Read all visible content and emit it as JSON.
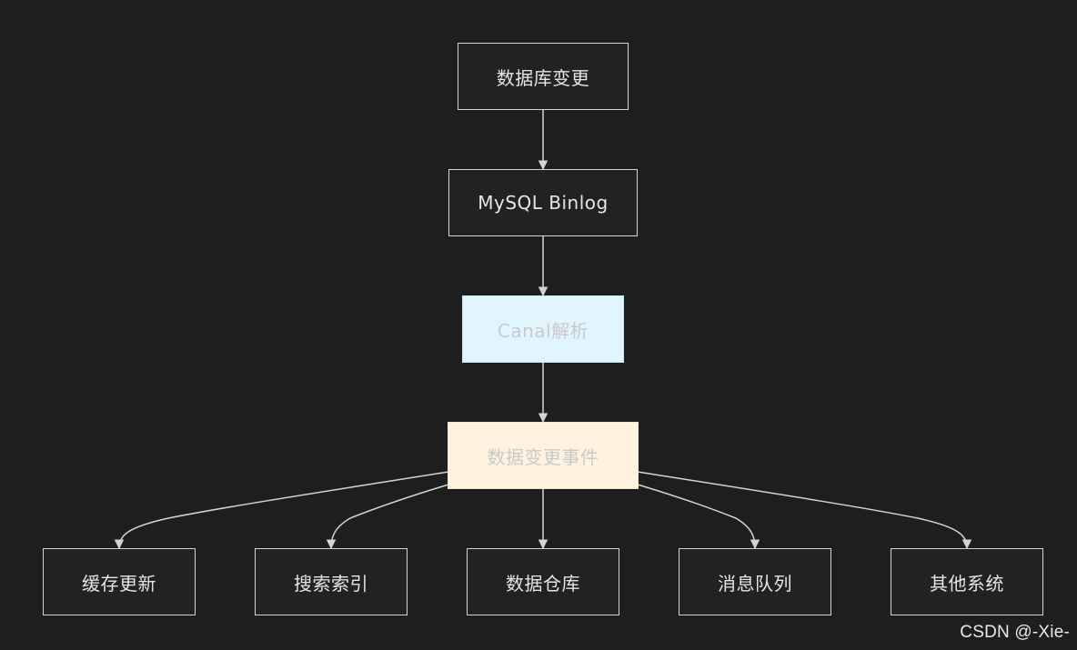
{
  "diagram": {
    "nodes": {
      "db_change": "数据库变更",
      "mysql_binlog": "MySQL Binlog",
      "canal_parse": "Canal解析",
      "data_change_event": "数据变更事件",
      "cache_update": "缓存更新",
      "search_index": "搜索索引",
      "data_warehouse": "数据仓库",
      "message_queue": "消息队列",
      "other_systems": "其他系统"
    },
    "edges": [
      [
        "数据库变更",
        "MySQL Binlog"
      ],
      [
        "MySQL Binlog",
        "Canal解析"
      ],
      [
        "Canal解析",
        "数据变更事件"
      ],
      [
        "数据变更事件",
        "缓存更新"
      ],
      [
        "数据变更事件",
        "搜索索引"
      ],
      [
        "数据变更事件",
        "数据仓库"
      ],
      [
        "数据变更事件",
        "消息队列"
      ],
      [
        "数据变更事件",
        "其他系统"
      ]
    ]
  },
  "colors": {
    "background": "#1e1e1e",
    "node_fill": "#222222",
    "node_border": "#d4d4d4",
    "canal_fill": "#e1f5fe",
    "event_fill": "#fff3e0"
  },
  "watermark": {
    "text": "CSDN @-Xie-"
  }
}
